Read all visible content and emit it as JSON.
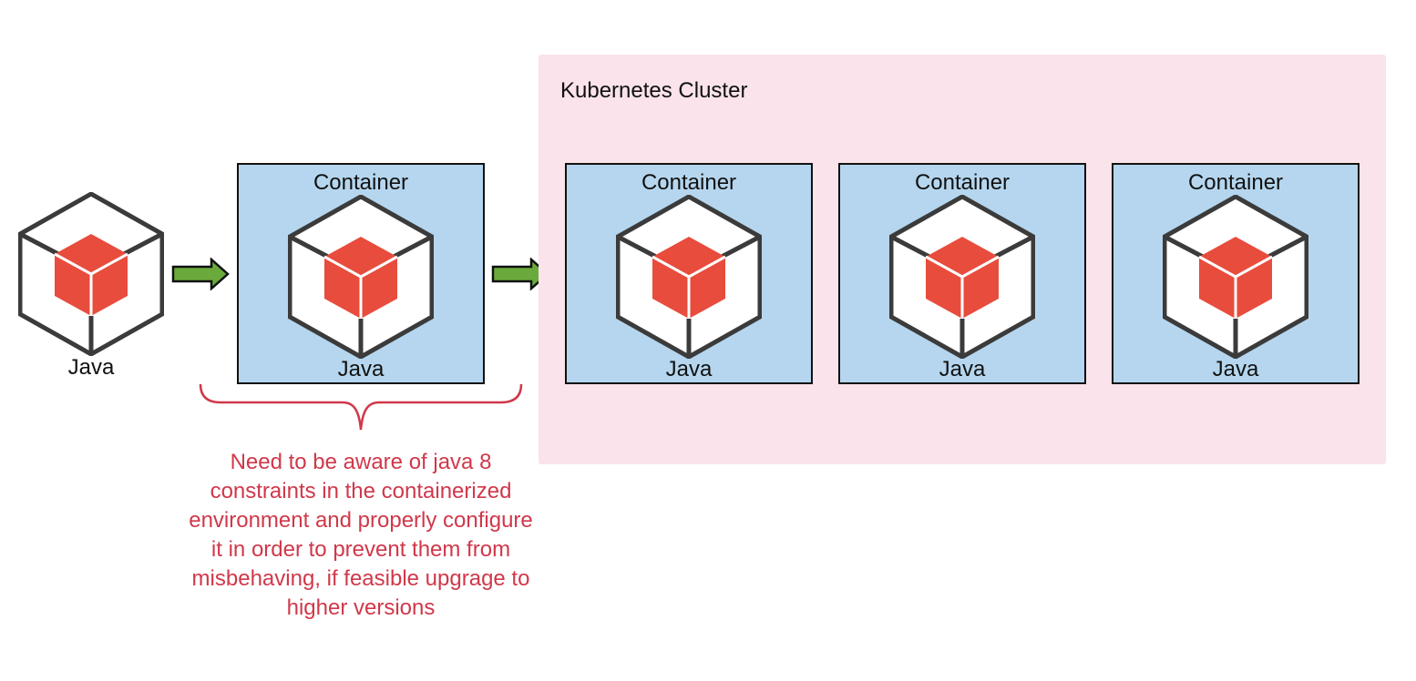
{
  "standalone": {
    "label": "Java"
  },
  "single_container": {
    "title": "Container",
    "label": "Java"
  },
  "cluster": {
    "title": "Kubernetes Cluster",
    "containers": [
      {
        "title": "Container",
        "label": "Java"
      },
      {
        "title": "Container",
        "label": "Java"
      },
      {
        "title": "Container",
        "label": "Java"
      }
    ]
  },
  "note": "Need to be aware of java 8 constraints in the containerized environment and properly configure it in order to prevent them from misbehaving, if feasible upgrage to higher versions",
  "colors": {
    "cube_core": "#e84c3d",
    "arrow": "#6aaa3c",
    "container_bg": "#b5d6ee",
    "cluster_bg": "#fae3ea",
    "note_text": "#d0384a"
  }
}
